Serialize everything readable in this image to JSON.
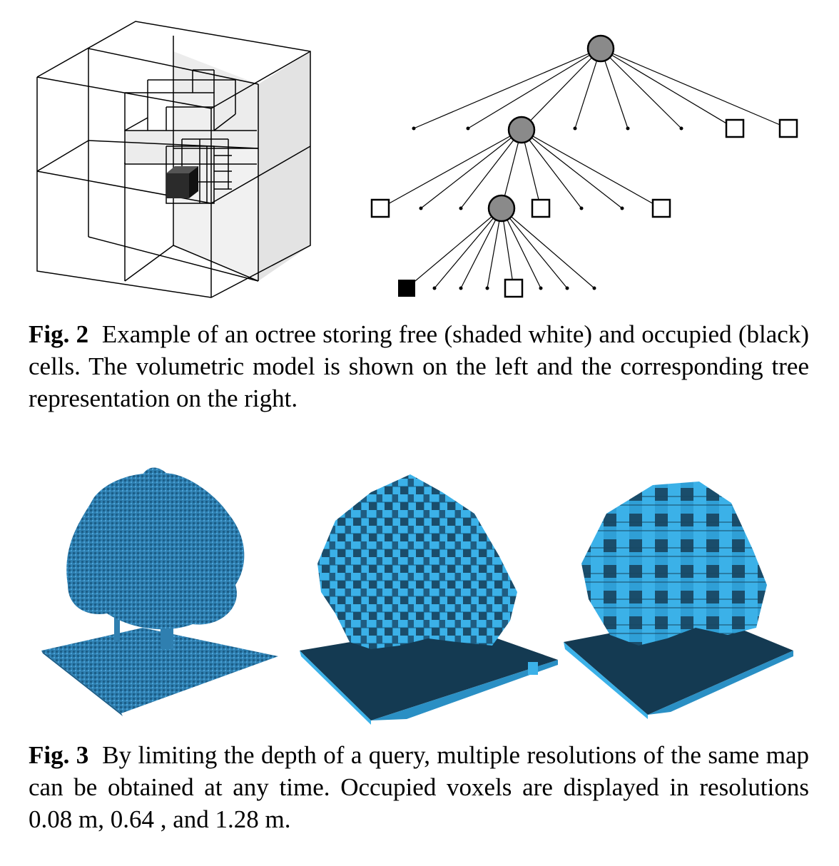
{
  "fig2": {
    "label": "Fig. 2",
    "caption": "Example of an octree storing free (shaded white) and occupied (black) cells. The volumetric model is shown on the left and the corresponding tree representation on the right.",
    "colors": {
      "inner_node": "#8a8a8a",
      "occupied": "#000000",
      "free_shade": "#ececec",
      "free_leaf": "#ffffff"
    }
  },
  "fig3": {
    "label": "Fig. 3",
    "caption": "By limiting the depth of a query, multiple resolutions of the same map can be obtained at any time. Occupied voxels are displayed in resolutions 0.08 m, 0.64 , and 1.28 m.",
    "colors": {
      "voxel_light": "#3bb1e8",
      "voxel_dark": "#1a4d6b",
      "ground": "#143a52"
    }
  }
}
